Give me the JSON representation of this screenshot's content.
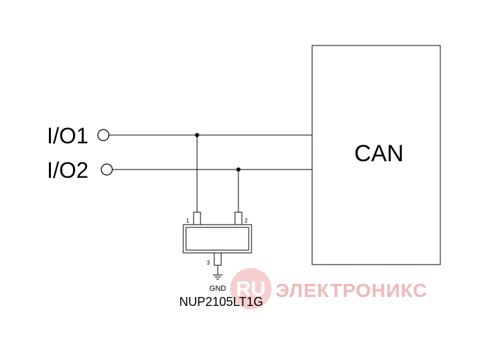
{
  "ports": {
    "io1": "I/O1",
    "io2": "I/O2"
  },
  "block": {
    "label": "CAN"
  },
  "component": {
    "part_number": "NUP2105LT1G",
    "pin1": "1",
    "pin2": "2",
    "pin3": "3",
    "ground": "GND"
  },
  "watermark": {
    "logo_text": "RU",
    "brand_text": "ЭЛЕКТРОНИКС",
    "color": "#f2b8b8"
  },
  "colors": {
    "line": "#000000",
    "background": "#ffffff"
  }
}
